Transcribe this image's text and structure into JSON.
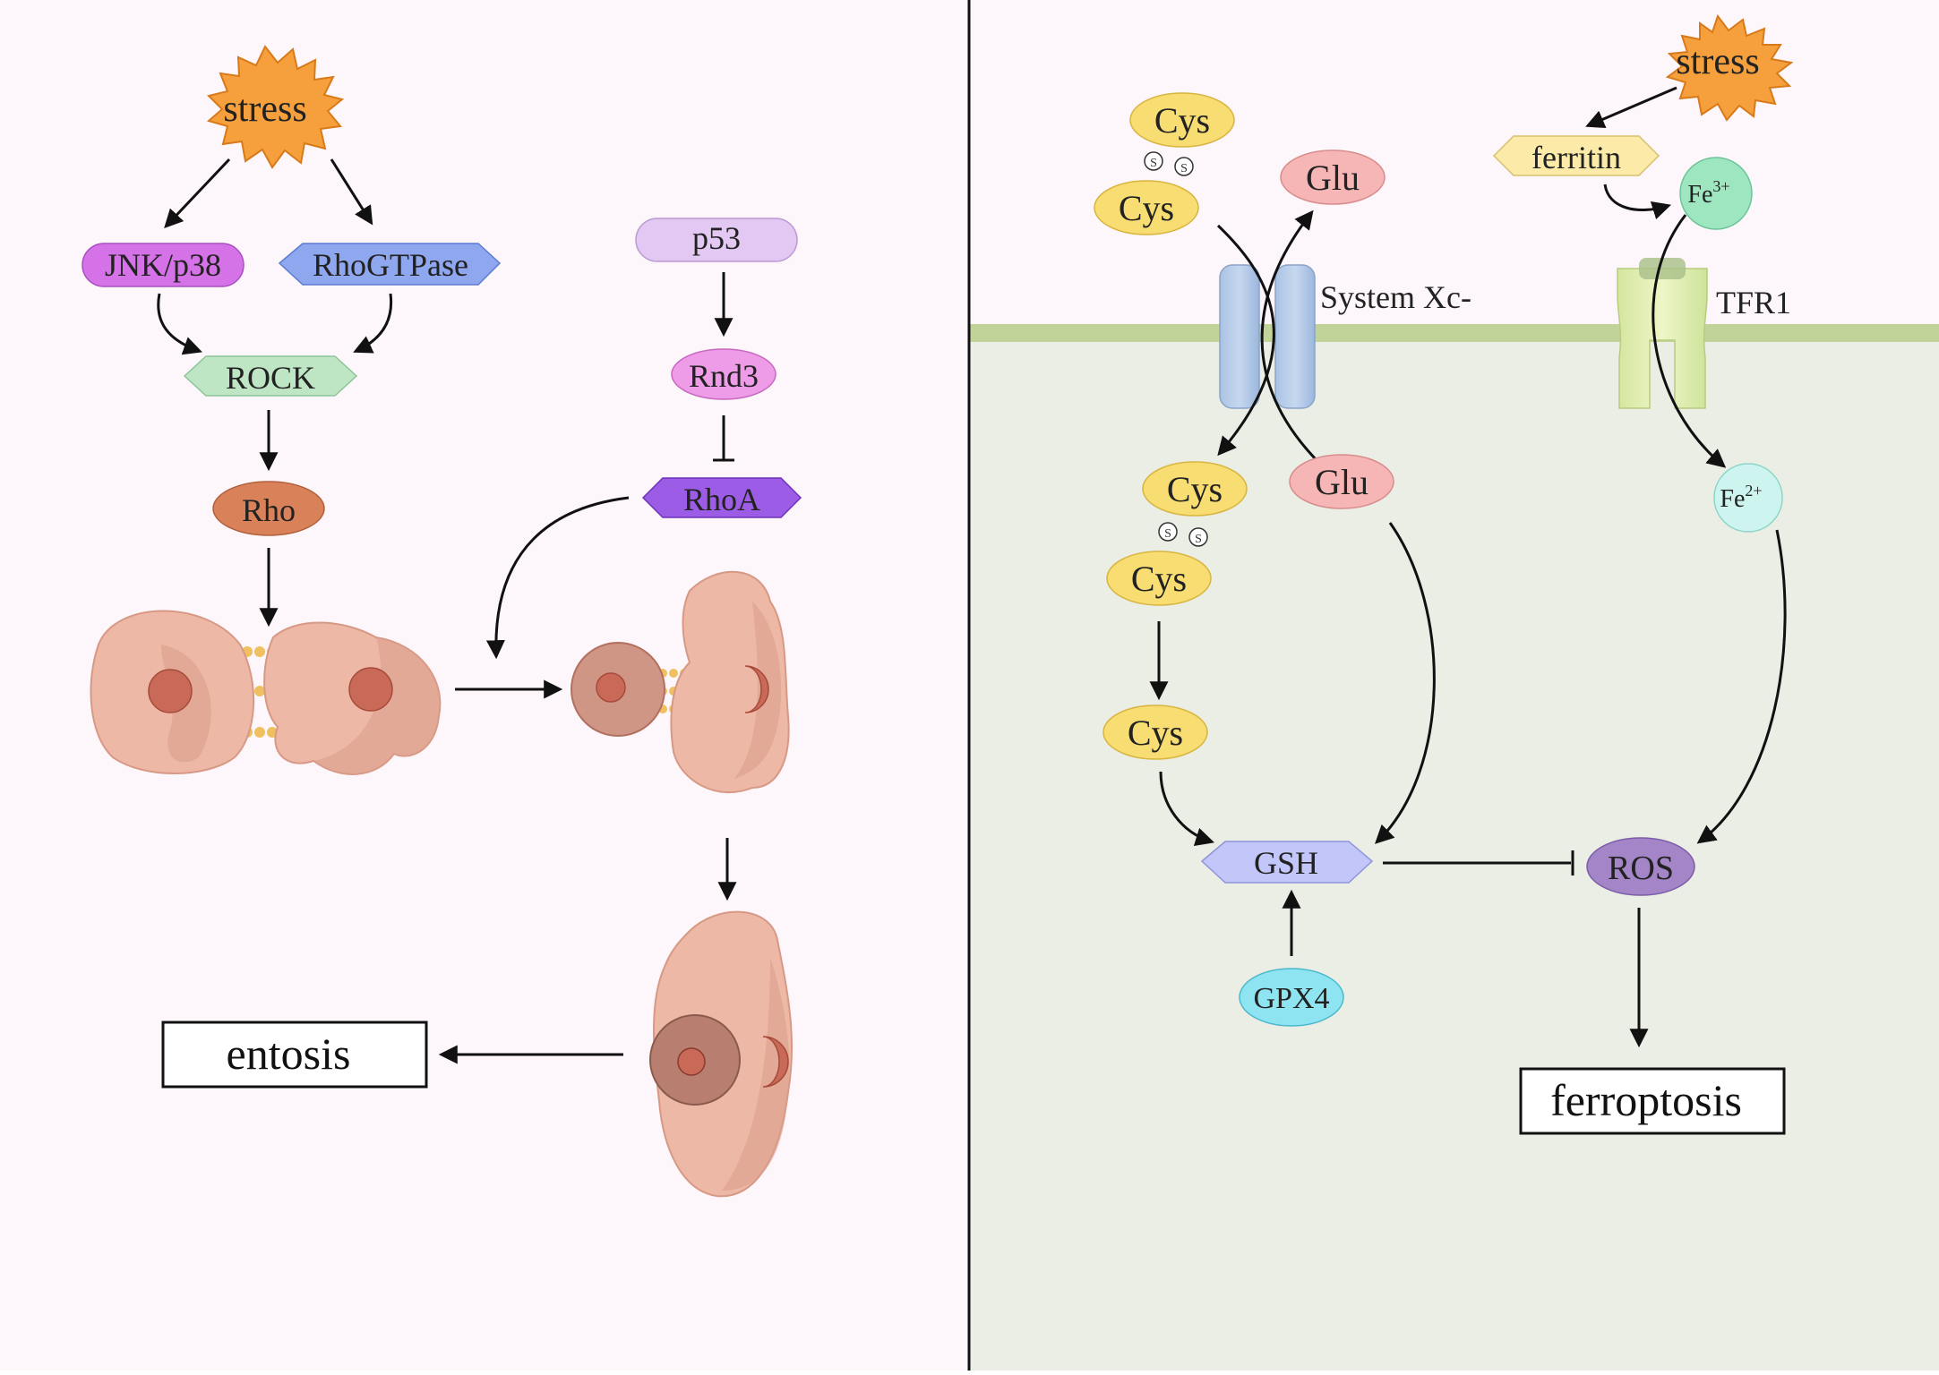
{
  "left_panel": {
    "stress": "stress",
    "jnk_p38": "JNK/p38",
    "rhogtpase": "RhoGTPase",
    "rock": "ROCK",
    "rho": "Rho",
    "p53": "p53",
    "rnd3": "Rnd3",
    "rhoa": "RhoA",
    "entosis": "entosis"
  },
  "right_panel": {
    "stress": "stress",
    "cys_top1": "Cys",
    "cys_top2": "Cys",
    "glu_out": "Glu",
    "system_xc": "System Xc-",
    "ferritin": "ferritin",
    "fe3": "Fe",
    "fe3_sup": "3+",
    "tfr1": "TFR1",
    "cys_in1": "Cys",
    "cys_in2": "Cys",
    "glu_in": "Glu",
    "fe2": "Fe",
    "fe2_sup": "2+",
    "cys_single": "Cys",
    "gsh": "GSH",
    "ros": "ROS",
    "gpx4": "GPX4",
    "ferroptosis": "ferroptosis",
    "disulfide_s": "S"
  },
  "colors": {
    "left_bg": "#fdf6fa",
    "right_bg": "#eaeee5",
    "membrane": "#c2d39a",
    "stress": "#f5a03c",
    "jnk": "#d672e8",
    "rhogtpase": "#8fa7ee",
    "rock": "#bfe6c4",
    "rho": "#d9825a",
    "p53": "#e2c8f2",
    "rnd3": "#ee9ce8",
    "rhoa": "#9c5ce6",
    "cys": "#f8dd72",
    "glu": "#f6b6b6",
    "gsh": "#c2c6f8",
    "ros": "#a485c8",
    "gpx4": "#8fe4f2",
    "fe3": "#9ee6c0",
    "fe2": "#cdf4ee",
    "ferritin": "#fbeaa8",
    "cell": "#eeb8a6",
    "nucleus": "#c96a58"
  }
}
